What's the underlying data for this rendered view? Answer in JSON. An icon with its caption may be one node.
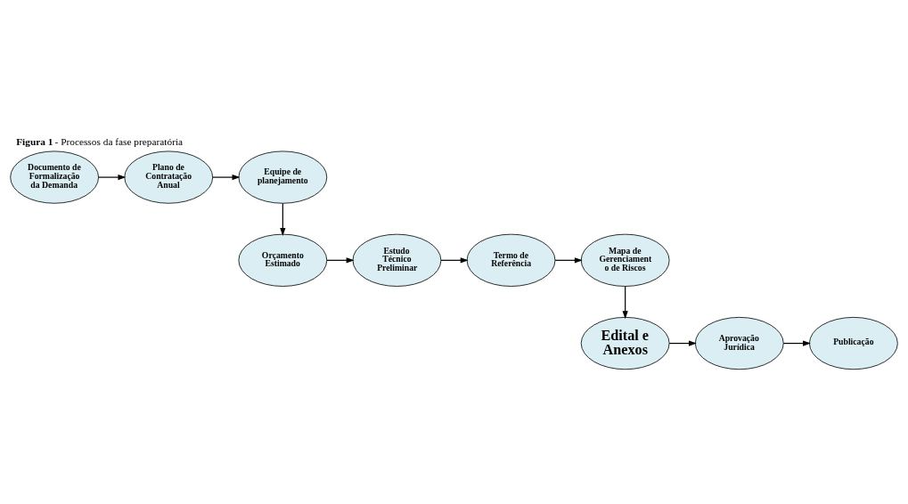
{
  "diagram": {
    "title": "**Figura 1** - Processos da fase preparatória",
    "nodes": [
      {
        "text": [
          "Documento de Formalização da Demanda"
        ]
      },
      {
        "text": [
          "Plano de Contratação Anual"
        ]
      },
      {
        "text": [
          "Equipe de planejamento"
        ]
      },
      {
        "text": [
          "Orçamento Estimado"
        ]
      },
      {
        "text": [
          "Estudo Técnico Preliminar"
        ]
      },
      {
        "text": [
          "Termo de Referência"
        ]
      },
      {
        "text": [
          "Mapa de Gerenciament o de Riscos"
        ]
      },
      {
        "text": [
          "Edital e Anexos"
        ]
      },
      {
        "text": [
          "Aprovação Jurídica"
        ]
      },
      {
        "text": [
          "Publicação"
        ]
      }
    ],
    "edges": [
      {
        "from": 0,
        "to": 1,
        "arrow": "to"
      },
      {
        "from": 1,
        "to": 2,
        "arrow": "to"
      },
      {
        "from": 2,
        "to": 3,
        "arrow": "to"
      },
      {
        "from": 3,
        "to": 4,
        "arrow": "to"
      },
      {
        "from": 4,
        "to": 5,
        "arrow": "to"
      },
      {
        "from": 5,
        "to": 6,
        "arrow": "to"
      },
      {
        "from": 6,
        "to": 7,
        "arrow": "to"
      },
      {
        "from": 7,
        "to": 8,
        "arrow": "to"
      },
      {
        "from": 8,
        "to": 9,
        "arrow": "to"
      }
    ]
  }
}
